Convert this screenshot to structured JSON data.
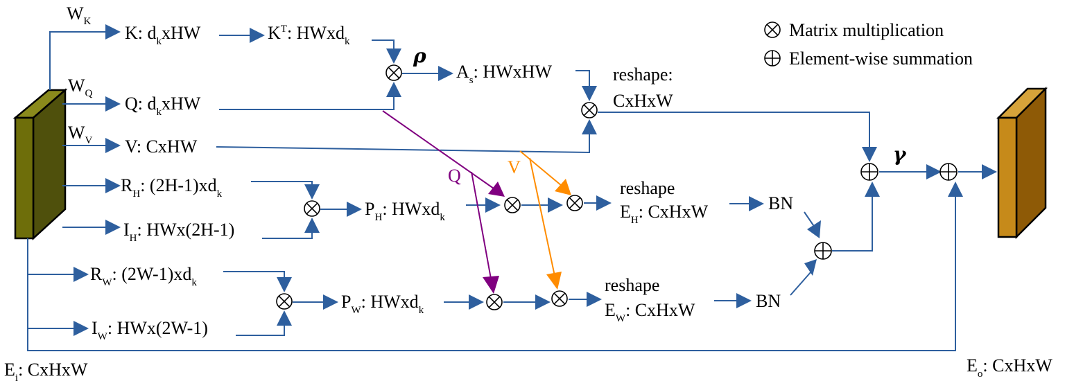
{
  "colors": {
    "arrow": "#2e5f9e",
    "query_arrow": "#800080",
    "value_arrow": "#ff8c00",
    "input_tensor_front": "#6e6e0a",
    "input_tensor_side": "#4f500c",
    "input_tensor_top": "#8a8a1c",
    "output_tensor_front": "#c68a1a",
    "output_tensor_side": "#8e5a06",
    "output_tensor_top": "#d6a33a"
  },
  "legend": {
    "matmul": "Matrix multiplication",
    "sum": "Element-wise summation"
  },
  "weights": {
    "wk": {
      "base": "W",
      "sub": "K"
    },
    "wq": {
      "base": "W",
      "sub": "Q"
    },
    "wv": {
      "base": "W",
      "sub": "V"
    }
  },
  "labels": {
    "k": {
      "pre": "K: d",
      "sub": "k",
      "post": "xHW"
    },
    "kt": {
      "pre": "K",
      "sup": "T",
      "post": ": HWxd",
      "sub": "k"
    },
    "q": {
      "pre": "Q: d",
      "sub": "k",
      "post": "xHW"
    },
    "v": "V: CxHW",
    "as": {
      "pre": "A",
      "sub": "s",
      "post": ": HWxHW"
    },
    "reshape1_a": "reshape:",
    "reshape1_b": "CxHxW",
    "rh": {
      "pre": "R",
      "sub": "H",
      "post": ": (2H-1)xd",
      "sub2": "k"
    },
    "ih": {
      "pre": "I",
      "sub": "H",
      "post": ": HWx(2H-1)"
    },
    "ph": {
      "pre": "P",
      "sub": "H",
      "post": ": HWxd",
      "sub2": "k"
    },
    "reshape_h": "reshape",
    "eh": {
      "pre": "E",
      "sub": "H",
      "post": ": CxHxW"
    },
    "bn_h": "BN",
    "rw": {
      "pre": "R",
      "sub": "W",
      "post": ": (2W-1)xd",
      "sub2": "k"
    },
    "iw": {
      "pre": "I",
      "sub": "W",
      "post": ": HWx(2W-1)"
    },
    "pw": {
      "pre": "P",
      "sub": "W",
      "post": ": HWxd",
      "sub2": "k"
    },
    "reshape_w": "reshape",
    "ew": {
      "pre": "E",
      "sub": "W",
      "post": ": CxHxW"
    },
    "bn_w": "BN",
    "q_arrow": "Q",
    "v_arrow": "V",
    "rho": "ρ",
    "gamma": "γ",
    "ei": {
      "pre": "E",
      "sub": "i",
      "post": ": CxHxW"
    },
    "eo": {
      "pre": "E",
      "sub": "o",
      "post": ": CxHxW"
    }
  }
}
